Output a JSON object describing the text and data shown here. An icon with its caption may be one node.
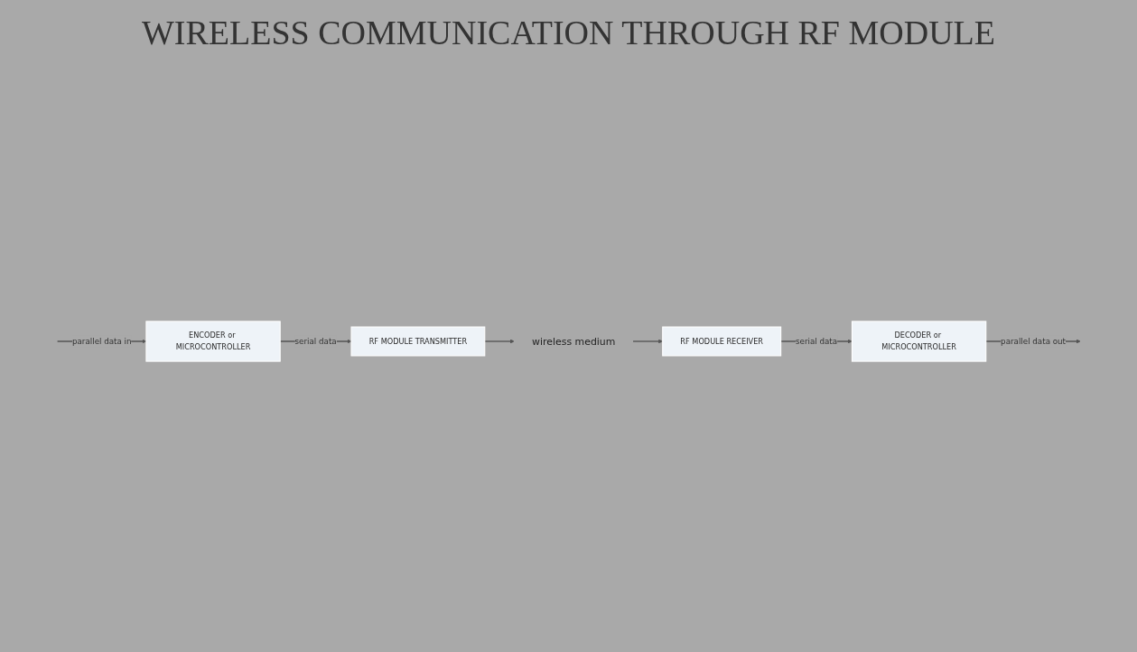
{
  "diagram": {
    "title": "WIRELESS COMMUNICATION THROUGH RF MODULE",
    "nodes": [
      {
        "text": [
          "ENCODER or MICROCONTROLLER"
        ]
      },
      {
        "text": [
          "RF MODULE TRANSMITTER"
        ]
      },
      {
        "text": [
          "wireless medium"
        ]
      },
      {
        "text": [
          "RF MODULE RECEIVER"
        ]
      },
      {
        "text": [
          "DECODER or MICROCONTROLLER"
        ]
      }
    ],
    "edges": [
      {
        "from": null,
        "to": 0,
        "arrow": "to",
        "label": "parallel data in"
      },
      {
        "from": 0,
        "to": 1,
        "arrow": "to",
        "label": "serial data"
      },
      {
        "from": 1,
        "to": 2,
        "arrow": "to"
      },
      {
        "from": 2,
        "to": 3,
        "arrow": "to"
      },
      {
        "from": 3,
        "to": 4,
        "arrow": "to",
        "label": "serial data"
      },
      {
        "from": 4,
        "to": null,
        "arrow": "to",
        "label": "parallel data out"
      }
    ]
  }
}
